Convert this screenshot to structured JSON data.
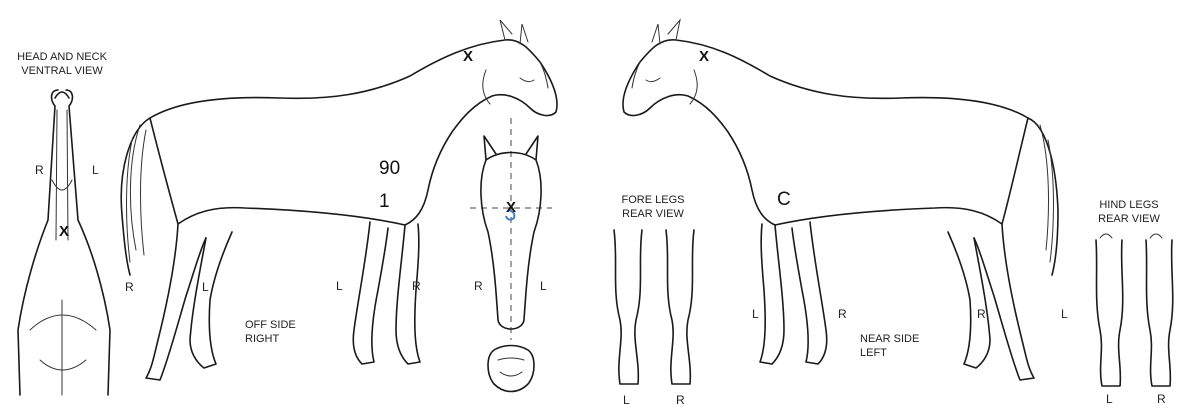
{
  "captions": {
    "head_neck_title": "HEAD AND NECK",
    "head_neck_sub": "VENTRAL VIEW",
    "fore_legs_title": "FORE LEGS",
    "fore_legs_sub": "REAR VIEW",
    "hind_legs_title": "HIND LEGS",
    "hind_legs_sub": "REAR VIEW",
    "off_side_title": "OFF SIDE",
    "off_side_sub": "RIGHT",
    "near_side_title": "NEAR SIDE",
    "near_side_sub": "LEFT"
  },
  "side_labels": {
    "neck_r": "R",
    "neck_l": "L",
    "off_tail_r": "R",
    "off_hind_l": "L",
    "off_fore_l": "L",
    "off_fore_r": "R",
    "face_r": "R",
    "face_l": "L",
    "fore_rear_l": "L",
    "fore_rear_r": "R",
    "near_fore_l": "L",
    "near_fore_r": "R",
    "near_hind_r": "R",
    "near_hind_l": "L",
    "hind_rear_l": "L",
    "hind_rear_r": "R"
  },
  "markings": {
    "neck_x": "X",
    "off_poll_x": "X",
    "face_x": "X",
    "near_poll_x": "X",
    "off_number_1": "90",
    "off_number_2": "1",
    "near_letter": "C"
  },
  "colors": {
    "ink": "#1a1a1a",
    "whorl_blue": "#4a7fc1"
  }
}
